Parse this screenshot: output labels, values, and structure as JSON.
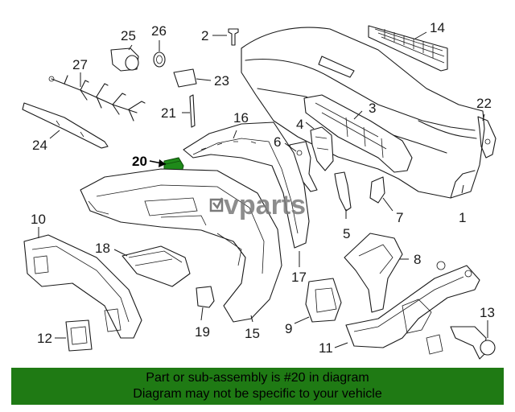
{
  "watermark": {
    "text": "vparts"
  },
  "callouts": [
    {
      "id": "c1",
      "label": "1"
    },
    {
      "id": "c2",
      "label": "2"
    },
    {
      "id": "c3",
      "label": "3"
    },
    {
      "id": "c4",
      "label": "4"
    },
    {
      "id": "c5",
      "label": "5"
    },
    {
      "id": "c6",
      "label": "6"
    },
    {
      "id": "c7",
      "label": "7"
    },
    {
      "id": "c8",
      "label": "8"
    },
    {
      "id": "c9",
      "label": "9"
    },
    {
      "id": "c10",
      "label": "10"
    },
    {
      "id": "c11",
      "label": "11"
    },
    {
      "id": "c12",
      "label": "12"
    },
    {
      "id": "c13",
      "label": "13"
    },
    {
      "id": "c14",
      "label": "14"
    },
    {
      "id": "c15",
      "label": "15"
    },
    {
      "id": "c16",
      "label": "16"
    },
    {
      "id": "c17",
      "label": "17"
    },
    {
      "id": "c18",
      "label": "18"
    },
    {
      "id": "c19",
      "label": "19"
    },
    {
      "id": "c20",
      "label": "20"
    },
    {
      "id": "c21",
      "label": "21"
    },
    {
      "id": "c22",
      "label": "22"
    },
    {
      "id": "c23",
      "label": "23"
    },
    {
      "id": "c24",
      "label": "24"
    },
    {
      "id": "c25",
      "label": "25"
    },
    {
      "id": "c26",
      "label": "26"
    },
    {
      "id": "c27",
      "label": "27"
    }
  ],
  "highlight": {
    "part_number": "20",
    "color": "#1f8a1a"
  },
  "footer": {
    "background": "#1f7a14",
    "line1": "Part or sub-assembly is #20 in diagram",
    "line2": "Diagram may not be specific to your vehicle"
  }
}
